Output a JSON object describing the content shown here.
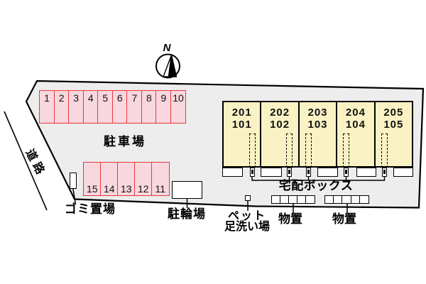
{
  "compass": {
    "label": "N"
  },
  "road": {
    "label": "道路"
  },
  "parking": {
    "area_label": "駐車場",
    "top_row": [
      "1",
      "2",
      "3",
      "4",
      "5",
      "6",
      "7",
      "8",
      "9",
      "10"
    ],
    "bottom_row": [
      "15",
      "14",
      "13",
      "12",
      "11"
    ]
  },
  "building": {
    "units": [
      {
        "upper": "201",
        "lower": "101"
      },
      {
        "upper": "202",
        "lower": "102"
      },
      {
        "upper": "203",
        "lower": "103"
      },
      {
        "upper": "204",
        "lower": "104"
      },
      {
        "upper": "205",
        "lower": "105"
      }
    ]
  },
  "facilities": {
    "delivery_box": {
      "label": "宅配ボックス",
      "count": 5
    },
    "storage_sheds": [
      {
        "label": "物置",
        "cells": 5
      },
      {
        "label": "物置",
        "cells": 5
      }
    ],
    "pet_wash": {
      "label_line1": "ペット",
      "label_line2": "足洗い場"
    },
    "bicycle_parking": {
      "label": "駐輪場"
    },
    "garbage_area": {
      "label": "ゴミ置場"
    }
  },
  "colors": {
    "site_fill": "#ededed",
    "outline": "#000000",
    "parking_fill": "#f8d7de",
    "parking_border": "#e8393d",
    "building_fill": "#faf2c4"
  }
}
